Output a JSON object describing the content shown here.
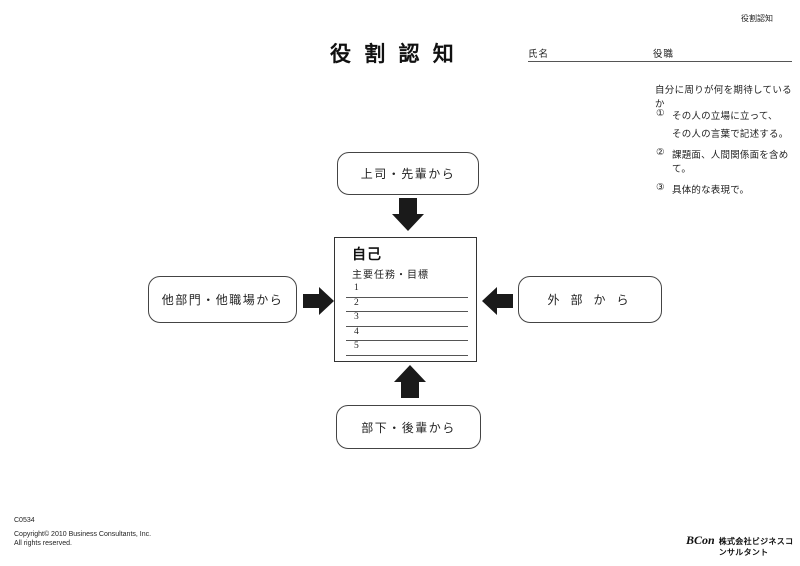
{
  "page": {
    "corner_label": "役割認知",
    "title": "役 割 認 知"
  },
  "header_fields": {
    "name_label": "氏名",
    "role_label": "役職"
  },
  "instructions": {
    "lead": "自分に周りが何を期待しているか",
    "items": [
      {
        "num": "①",
        "lines": [
          "その人の立場に立って、",
          "その人の言葉で記述する。"
        ]
      },
      {
        "num": "②",
        "lines": [
          "課題面、人間関係面を含めて。"
        ]
      },
      {
        "num": "③",
        "lines": [
          "具体的な表現で。"
        ]
      }
    ]
  },
  "diagram": {
    "top_box": "上司・先輩から",
    "left_box": "他部門・他職場から",
    "right_box": "外 部 か ら",
    "bottom_box": "部下・後輩から",
    "center": {
      "title": "自己",
      "subtitle": "主要任務・目標",
      "rows": [
        "1",
        "2",
        "3",
        "4",
        "5"
      ]
    },
    "arrow_color": "#1a1a1a"
  },
  "footer": {
    "doc_code": "C0534",
    "copyright_line1": "Copyright© 2010 Business Consultants, Inc.",
    "copyright_line2": "All rights reserved.",
    "logo": "BCon",
    "company": "株式会社ビジネスコンサルタント"
  }
}
